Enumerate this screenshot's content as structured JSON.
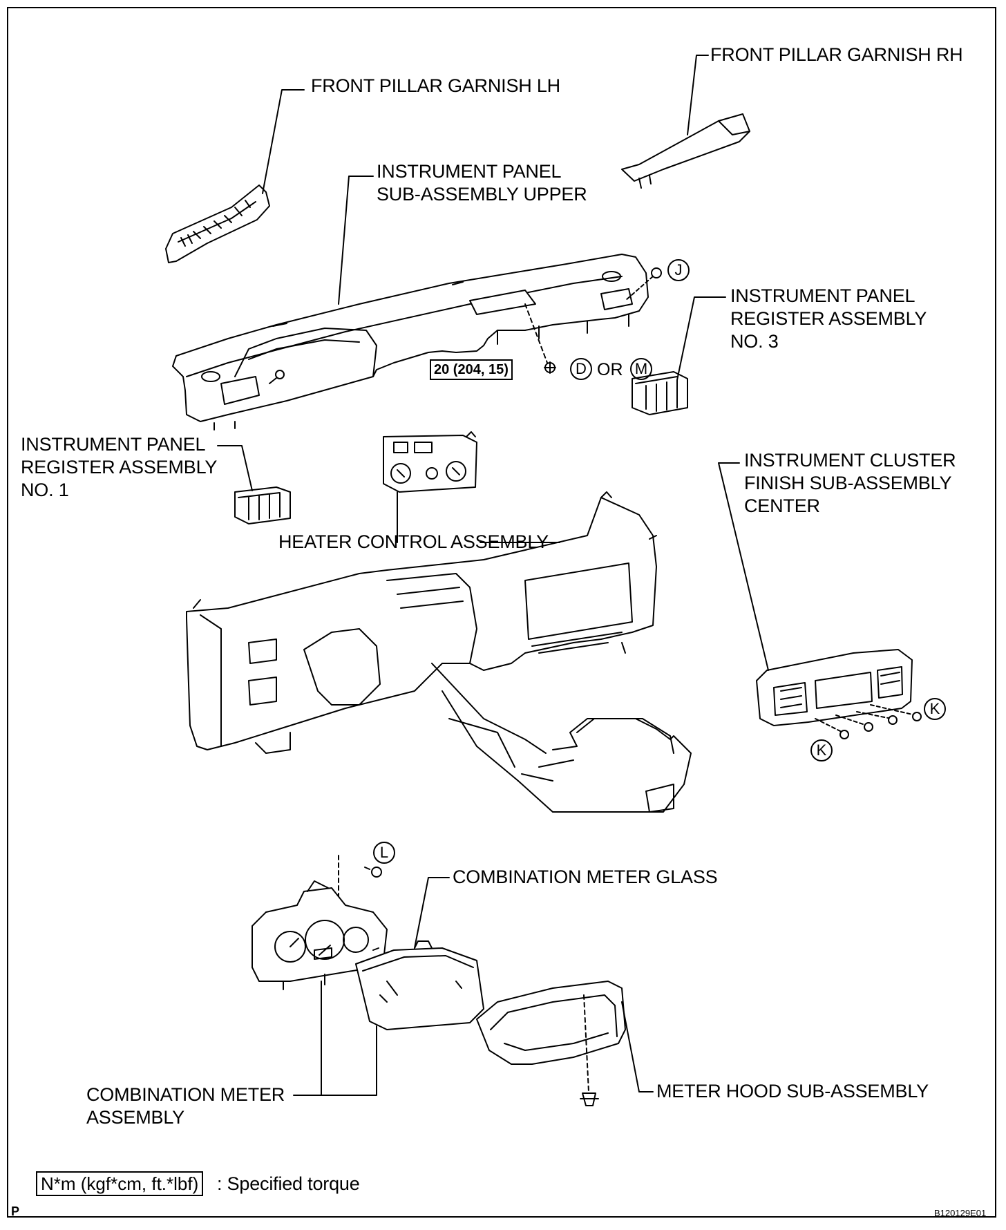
{
  "labels": {
    "front_pillar_garnish_lh": "FRONT PILLAR GARNISH LH",
    "front_pillar_garnish_rh": "FRONT PILLAR GARNISH RH",
    "instrument_panel_upper_line1": "INSTRUMENT PANEL",
    "instrument_panel_upper_line2": "SUB-ASSEMBLY UPPER",
    "register_no3_line1": "INSTRUMENT PANEL",
    "register_no3_line2": "REGISTER ASSEMBLY",
    "register_no3_line3": "NO. 3",
    "register_no1_line1": "INSTRUMENT PANEL",
    "register_no1_line2": "REGISTER ASSEMBLY",
    "register_no1_line3": "NO. 1",
    "heater_control": "HEATER CONTROL ASSEMBLY",
    "cluster_finish_line1": "INSTRUMENT CLUSTER",
    "cluster_finish_line2": "FINISH SUB-ASSEMBLY",
    "cluster_finish_line3": "CENTER",
    "combination_meter_glass": "COMBINATION METER GLASS",
    "combination_meter_line1": "COMBINATION METER",
    "combination_meter_line2": "ASSEMBLY",
    "meter_hood": "METER HOOD SUB-ASSEMBLY"
  },
  "torque": {
    "value": "20 (204, 15)"
  },
  "markers": {
    "j": "J",
    "d": "D",
    "or": "OR",
    "m": "M",
    "k_right": "K",
    "k_left": "K",
    "l": "L"
  },
  "legend": {
    "box_text": "N*m (kgf*cm, ft.*lbf)",
    "description": ": Specified torque"
  },
  "footer": {
    "corner_letter": "P",
    "figure_code": "B120129E01"
  }
}
